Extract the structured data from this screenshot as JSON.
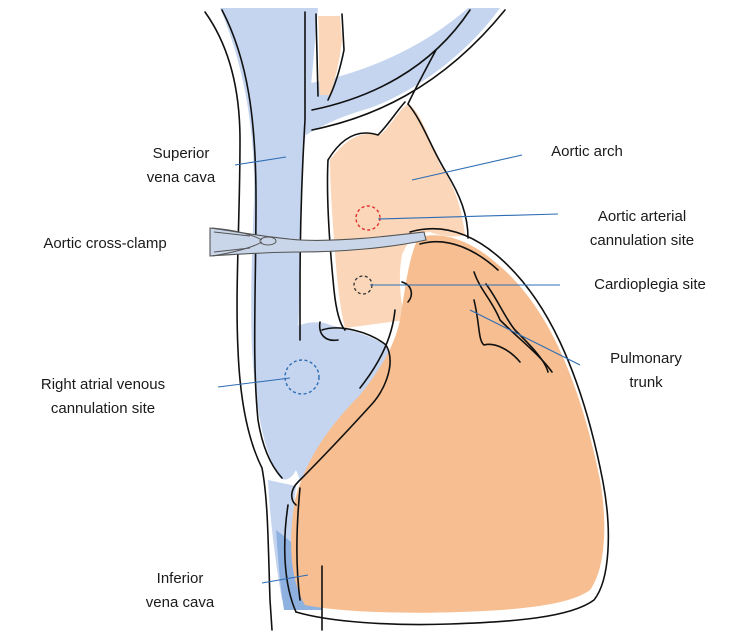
{
  "labels": {
    "superior_vena_cava": [
      "Superior",
      "vena cava"
    ],
    "aortic_arch": "Aortic arch",
    "aortic_cannulation": [
      "Aortic arterial",
      "cannulation site"
    ],
    "cross_clamp": "Aortic cross-clamp",
    "cardioplegia": "Cardioplegia site",
    "pulmonary_trunk": [
      "Pulmonary",
      "trunk"
    ],
    "right_atrial_cannulation": [
      "Right atrial venous",
      "cannulation site"
    ],
    "inferior_vena_cava": [
      "Inferior",
      "vena cava"
    ]
  },
  "colors": {
    "venous": "#c5d5ef",
    "venous_dark": "#8eb1e0",
    "arterial_light": "#fbd6b8",
    "heart": "#f7bf91",
    "leader": "#2e6db4",
    "outline": "#111111",
    "marker_red": "#e03030",
    "marker_dark": "#333333",
    "marker_blue": "#2e6db4",
    "clamp": "#c9d6ea"
  }
}
